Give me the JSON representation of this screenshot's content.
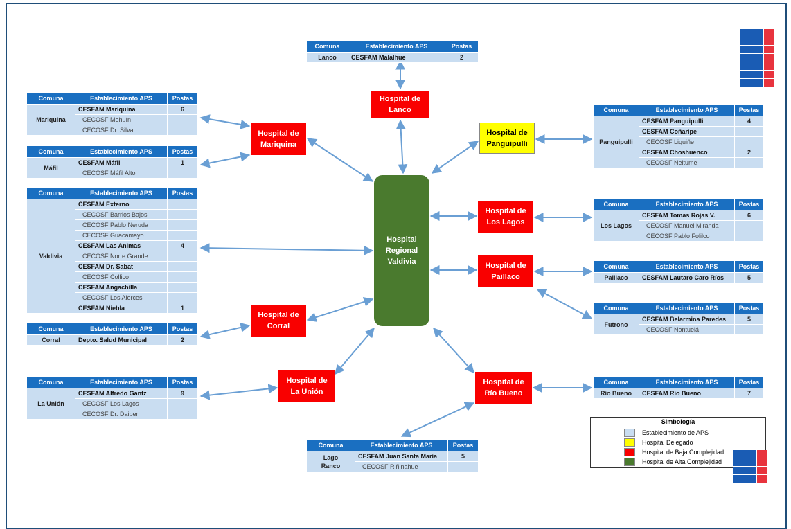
{
  "hospitals": {
    "lanco": "Hospital de\nLanco",
    "mariquina": "Hospital de\nMariquina",
    "panguipulli": "Hospital de\nPanguipulli",
    "regional": "Hospital\nRegional\nValdivia",
    "loslagos": "Hospital de\nLos Lagos",
    "paillaco": "Hospital de\nPaillaco",
    "corral": "Hospital de\nCorral",
    "launion": "Hospital de\nLa Unión",
    "riobueno": "Hospital de\nRío Bueno"
  },
  "headers": {
    "comuna": "Comuna",
    "establecimiento": "Establecimiento APS",
    "postas": "Postas"
  },
  "tables": [
    {
      "id": "lanco",
      "rows": [
        {
          "comuna": "Lanco",
          "est": "CESFAM Malalhue",
          "bold": true,
          "postas": "2"
        }
      ]
    },
    {
      "id": "mariquina",
      "rows": [
        {
          "comuna": "Mariquina",
          "est": "CESFAM Mariquina",
          "bold": true,
          "postas": "6"
        },
        {
          "est": "CECOSF Mehuín",
          "bold": false,
          "postas": ""
        },
        {
          "est": "CECOSF Dr. Silva",
          "bold": false,
          "postas": ""
        }
      ]
    },
    {
      "id": "mafil",
      "rows": [
        {
          "comuna": "Máfil",
          "est": "CESFAM Máfil",
          "bold": true,
          "postas": "1"
        },
        {
          "est": "CECOSF Máfil Alto",
          "bold": false,
          "postas": ""
        }
      ]
    },
    {
      "id": "valdivia",
      "rows": [
        {
          "comuna": "Valdivia",
          "est": "CESFAM Externo",
          "bold": true,
          "postas": ""
        },
        {
          "est": "CECOSF Barrios Bajos",
          "bold": false,
          "postas": ""
        },
        {
          "est": "CECOSF Pablo Neruda",
          "bold": false,
          "postas": ""
        },
        {
          "est": "CECOSF Guacamayo",
          "bold": false,
          "postas": ""
        },
        {
          "est": "CESFAM Las Animas",
          "bold": true,
          "postas": "4"
        },
        {
          "est": "CECOSF Norte Grande",
          "bold": false,
          "postas": ""
        },
        {
          "est": "CESFAM Dr. Sabat",
          "bold": true,
          "postas": ""
        },
        {
          "est": "CECOSF Collico",
          "bold": false,
          "postas": ""
        },
        {
          "est": "CESFAM Angachilla",
          "bold": true,
          "postas": ""
        },
        {
          "est": "CECOSF Los Alerces",
          "bold": false,
          "postas": ""
        },
        {
          "est": "CESFAM Niebla",
          "bold": true,
          "postas": "1"
        }
      ]
    },
    {
      "id": "corral",
      "rows": [
        {
          "comuna": "Corral",
          "est": "Depto. Salud Municipal",
          "bold": true,
          "postas": "2"
        }
      ]
    },
    {
      "id": "launion",
      "rows": [
        {
          "comuna": "La Unión",
          "est": "CESFAM Alfredo Gantz",
          "bold": true,
          "postas": "9"
        },
        {
          "est": "CECOSF Los Lagos",
          "bold": false,
          "postas": ""
        },
        {
          "est": "CECOSF Dr. Daiber",
          "bold": false,
          "postas": ""
        }
      ]
    },
    {
      "id": "lagoranco",
      "rows": [
        {
          "comuna": "Lago\nRanco",
          "est": "CESFAM Juan Santa María",
          "bold": true,
          "postas": "5"
        },
        {
          "est": "CECOSF Riñinahue",
          "bold": false,
          "postas": ""
        }
      ]
    },
    {
      "id": "panguipulli",
      "rows": [
        {
          "comuna": "Panguipulli",
          "est": "CESFAM Panguipulli",
          "bold": true,
          "postas": "4"
        },
        {
          "est": "CESFAM Coñaripe",
          "bold": true,
          "postas": ""
        },
        {
          "est": "CECOSF Liquiñe",
          "bold": false,
          "postas": ""
        },
        {
          "est": "CESFAM Choshuenco",
          "bold": true,
          "postas": "2"
        },
        {
          "est": "CECOSF Neltume",
          "bold": false,
          "postas": ""
        }
      ]
    },
    {
      "id": "loslagos",
      "rows": [
        {
          "comuna": "Los Lagos",
          "est": "CESFAM Tomas Rojas V.",
          "bold": true,
          "postas": "6"
        },
        {
          "est": "CECOSF Manuel Miranda",
          "bold": false,
          "postas": ""
        },
        {
          "est": "CECOSF Pablo Folilco",
          "bold": false,
          "postas": ""
        }
      ]
    },
    {
      "id": "paillaco",
      "rows": [
        {
          "comuna": "Paillaco",
          "est": "CESFAM Lautaro Caro Ríos",
          "bold": true,
          "postas": "5"
        }
      ]
    },
    {
      "id": "futrono",
      "rows": [
        {
          "comuna": "Futrono",
          "est": "CESFAM Belarmina Paredes",
          "bold": true,
          "postas": "5"
        },
        {
          "est": "CECOSF Nontuelá",
          "bold": false,
          "postas": ""
        }
      ]
    },
    {
      "id": "riobueno",
      "rows": [
        {
          "comuna": "Río Bueno",
          "est": "CESFAM Río Bueno",
          "bold": true,
          "postas": "7"
        }
      ]
    }
  ],
  "legend": {
    "title": "Simbología",
    "items": [
      {
        "label": "Establecimiento de APS",
        "color": "#c9ddf1"
      },
      {
        "label": "Hospital Delegado",
        "color": "#ffff00"
      },
      {
        "label": "Hospital de Baja Complejidad",
        "color": "#f90000"
      },
      {
        "label": "Hospital de Alta Complejidad",
        "color": "#4a7a2e"
      }
    ]
  },
  "colors": {
    "header": "#1a6fc1",
    "cell": "#c9ddf1",
    "arrow": "#6a9fd4",
    "low": "#f90000",
    "delegado": "#ffff00",
    "high": "#4a7a2e"
  }
}
